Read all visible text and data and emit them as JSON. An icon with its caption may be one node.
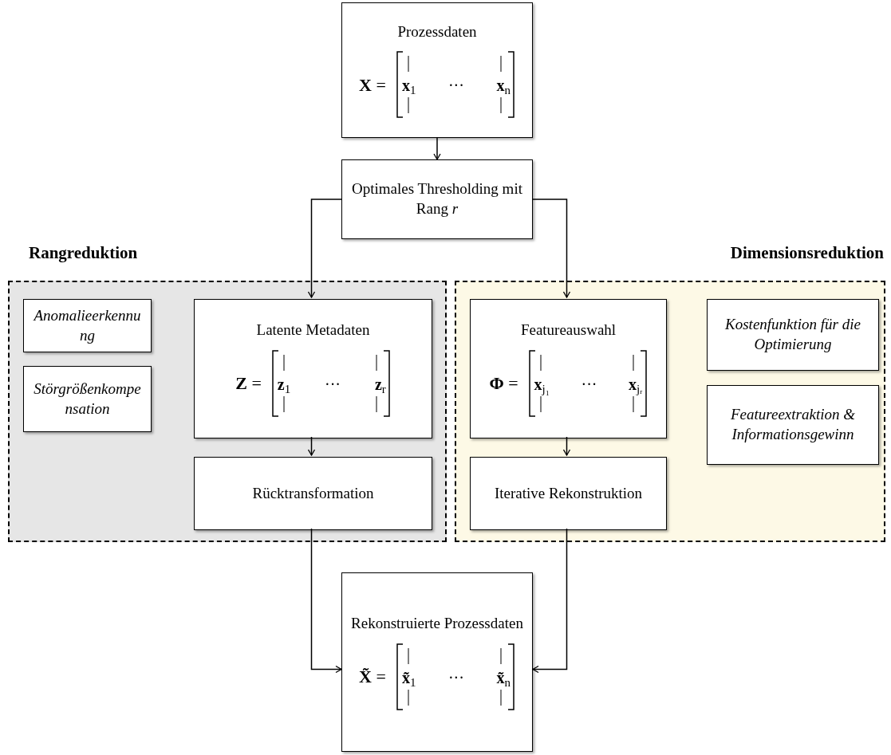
{
  "diagram": {
    "nodes": [
      {
        "text": [
          "Prozessdaten",
          "**X** =",
          "**x**$_{1}$",
          "···",
          "**x**$_{n}$"
        ]
      },
      {
        "text": [
          "Optimales Thresholding mit Rang *r*"
        ]
      },
      {
        "text": [
          "Rangreduktion"
        ]
      },
      {
        "text": [
          "Anomalieerkennung"
        ],
        "in": 2
      },
      {
        "text": [
          "Störgrößenkompensation"
        ],
        "in": 2
      },
      {
        "text": [
          "Latente Metadaten",
          "**Z** =",
          "**z**$_{1}$",
          "···",
          "**z**$_{r}$"
        ],
        "in": 2
      },
      {
        "text": [
          "Rücktransformation"
        ],
        "in": 2
      },
      {
        "text": [
          "Dimensionsreduktion"
        ]
      },
      {
        "text": [
          "Featureauswahl",
          "**Φ** =",
          "**x**$_{j₁}$",
          "···",
          "**x**$_{jᵣ}$"
        ],
        "in": 7
      },
      {
        "text": [
          "Kostenfunktion für die Optimierung"
        ],
        "in": 7
      },
      {
        "text": [
          "Iterative Rekonstruktion"
        ],
        "in": 7
      },
      {
        "text": [
          "Featureextraktion & Informationsgewinn"
        ],
        "in": 7
      },
      {
        "text": [
          "Rekonstruierte Prozessdaten",
          "**X̃** =",
          "**x̃**$_{1}$",
          "···",
          "**x̃**$_{n}$"
        ]
      }
    ],
    "edges": [
      {
        "from": 0,
        "to": 1,
        "arrow": "to"
      },
      {
        "from": 1,
        "to": 5,
        "arrow": "to"
      },
      {
        "from": 1,
        "to": 8,
        "arrow": "to"
      },
      {
        "from": 5,
        "to": 6,
        "arrow": "to"
      },
      {
        "from": 8,
        "to": 10,
        "arrow": "to"
      },
      {
        "from": 6,
        "to": 12,
        "arrow": "to"
      },
      {
        "from": 10,
        "to": 12,
        "arrow": "to"
      }
    ]
  }
}
